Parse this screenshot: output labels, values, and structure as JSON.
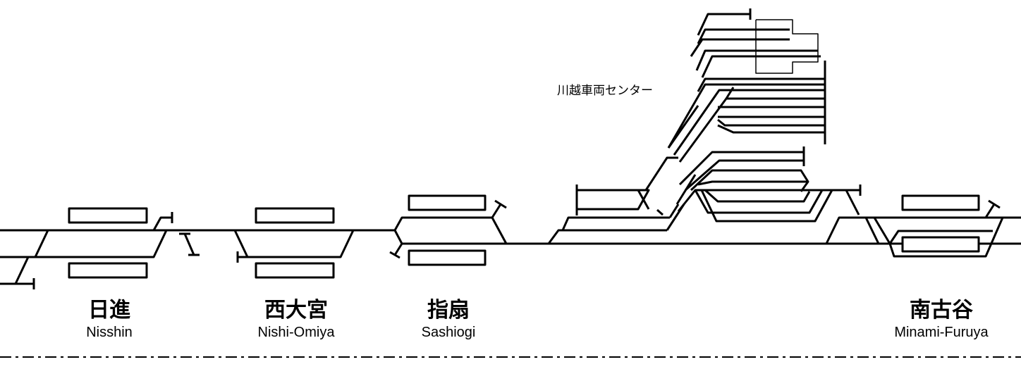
{
  "depot": {
    "name": "川越車両センター"
  },
  "stations": [
    {
      "name_ja": "日進",
      "name_en": "Nisshin"
    },
    {
      "name_ja": "西大宮",
      "name_en": "Nishi-Omiya"
    },
    {
      "name_ja": "指扇",
      "name_en": "Sashiogi"
    },
    {
      "name_ja": "南古谷",
      "name_en": "Minami-Furuya"
    }
  ],
  "colors": {
    "track": "#000000",
    "platform_fill": "#ffffff"
  }
}
